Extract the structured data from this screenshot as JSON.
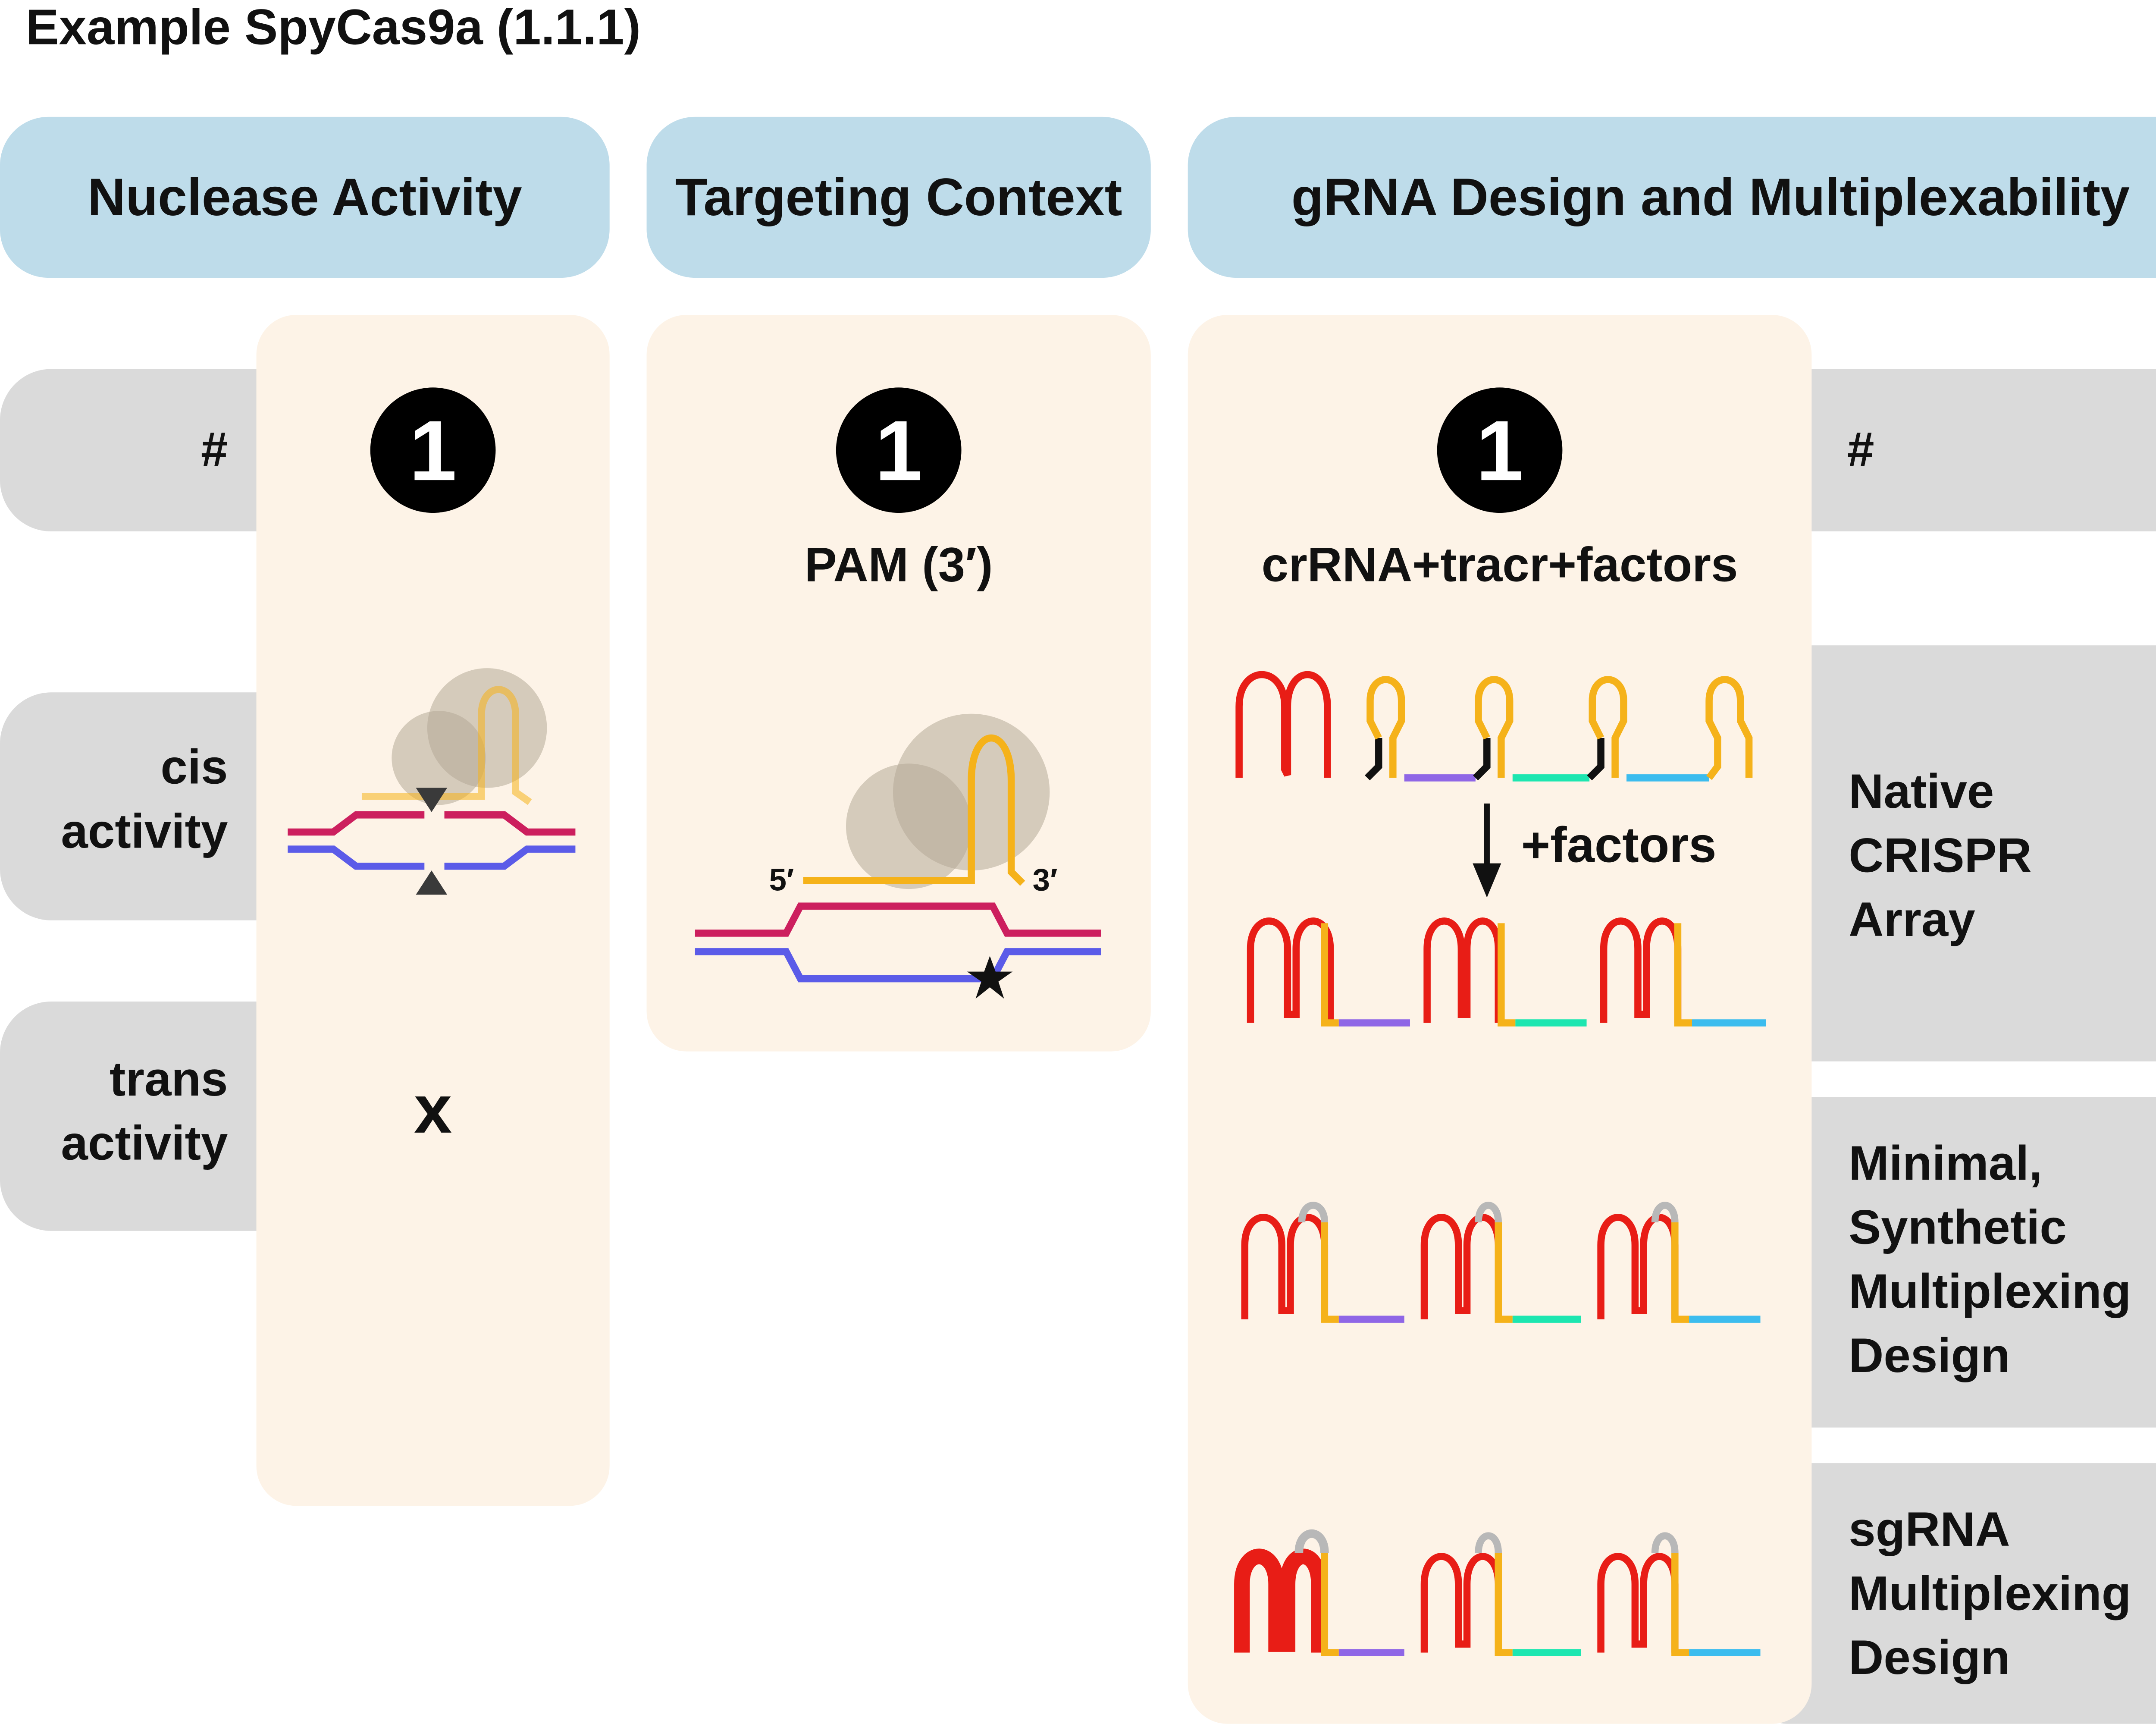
{
  "title": "Example SpyCas9a (1.1.1)",
  "headers": {
    "nuclease": "Nuclease Activity",
    "targeting": "Targeting Context",
    "grna": "gRNA Design and Multiplexability"
  },
  "rows": {
    "hash_left": "#",
    "hash_right": "#",
    "cis_line1": "cis",
    "cis_line2": "activity",
    "trans_line1": "trans",
    "trans_line2": "activity"
  },
  "nuclease": {
    "badge": "1",
    "trans_value": "x"
  },
  "targeting": {
    "badge": "1",
    "label": "PAM (3′)",
    "five_prime": "5′",
    "three_prime": "3′"
  },
  "grna": {
    "badge": "1",
    "label": "crRNA+tracr+factors",
    "arrow_label": "+factors"
  },
  "designs": {
    "native": [
      "Native",
      "CRISPR",
      "Array"
    ],
    "minimal": [
      "Minimal,",
      "Synthetic",
      "Multiplexing",
      "Design"
    ],
    "sgrna": [
      "sgRNA",
      "Multiplexing",
      "Design"
    ]
  },
  "colors": {
    "header_blue": "#bedcea",
    "row_gray": "#dadada",
    "panel_peach": "#fdf3e7",
    "dna_top": "#cc1f5e",
    "dna_bottom": "#5b5be8",
    "guide_orange": "#f5b21a",
    "repeat_red": "#e81d16",
    "spacer_purple": "#8f66e6",
    "spacer_green": "#1de6b0",
    "spacer_blue": "#3cbcee",
    "cap_gray": "#b8b8b8"
  },
  "icons": [
    "star-icon",
    "down-arrow-icon",
    "cleavage-triangle-icon"
  ]
}
